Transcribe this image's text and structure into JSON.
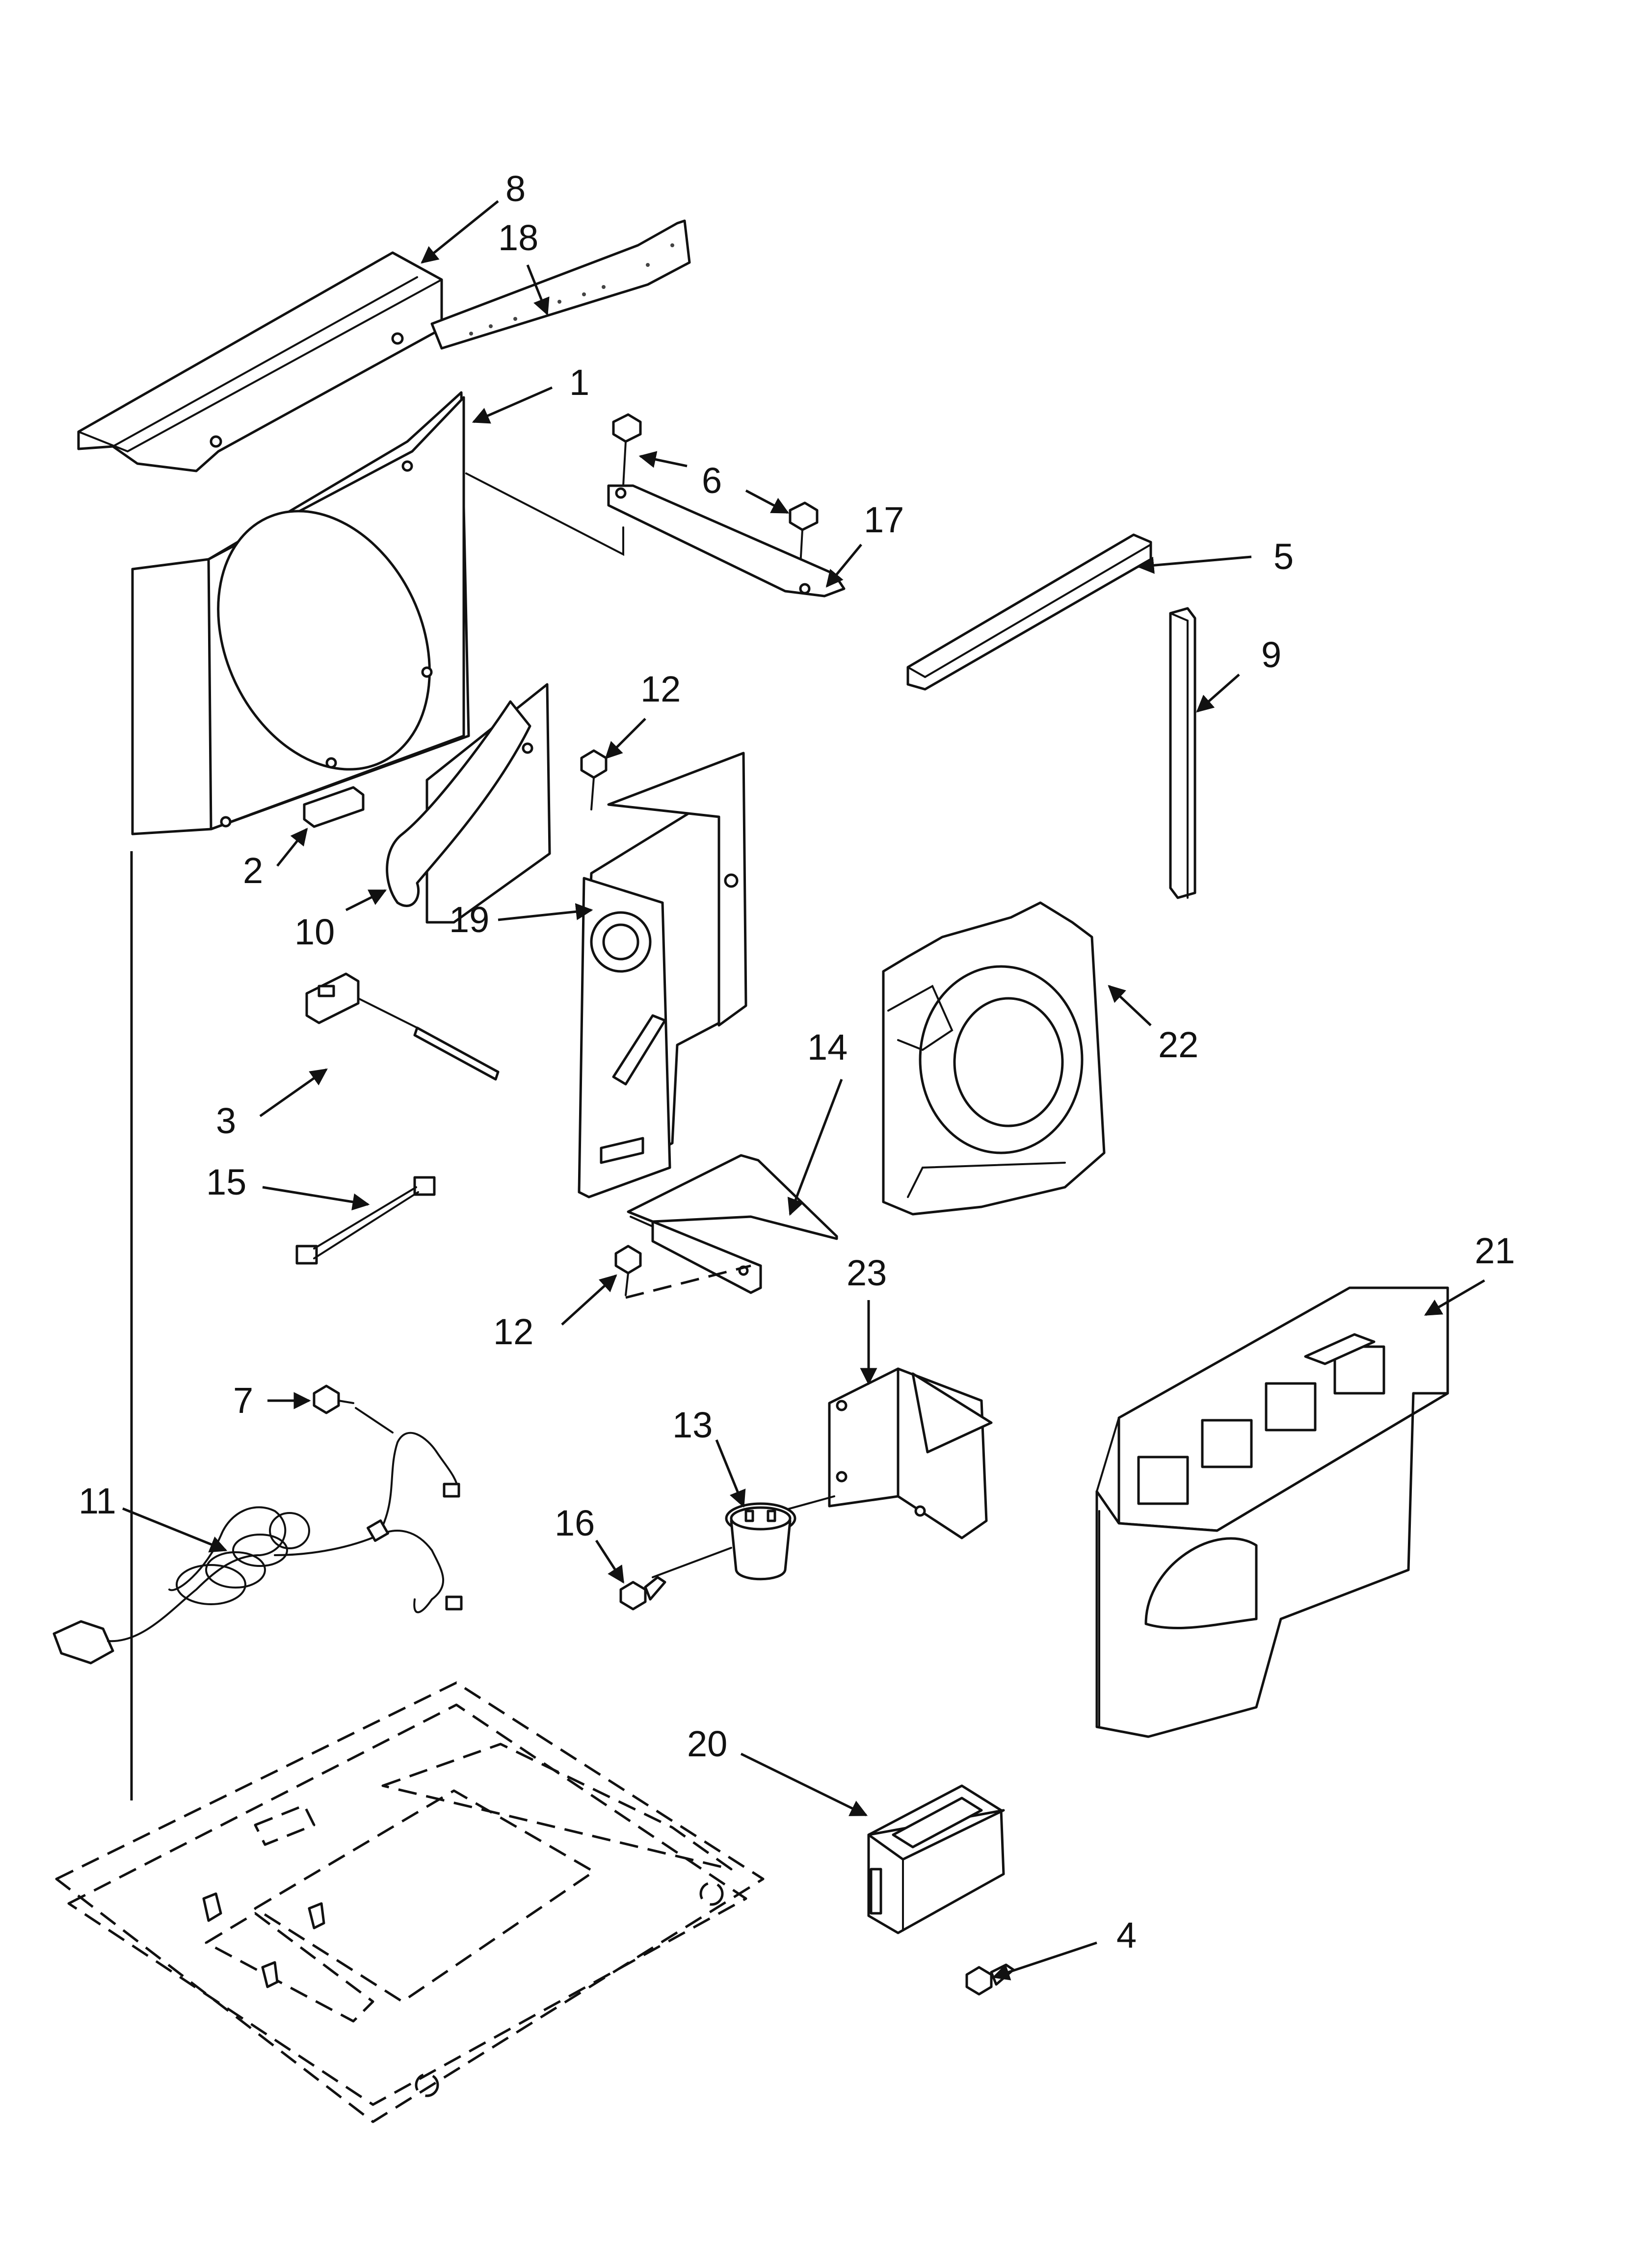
{
  "diagram": {
    "callouts": [
      {
        "id": "8",
        "label": "8"
      },
      {
        "id": "18",
        "label": "18"
      },
      {
        "id": "1",
        "label": "1"
      },
      {
        "id": "6",
        "label": "6"
      },
      {
        "id": "17",
        "label": "17"
      },
      {
        "id": "5",
        "label": "5"
      },
      {
        "id": "9",
        "label": "9"
      },
      {
        "id": "12a",
        "label": "12"
      },
      {
        "id": "2",
        "label": "2"
      },
      {
        "id": "10",
        "label": "10"
      },
      {
        "id": "19",
        "label": "19"
      },
      {
        "id": "22",
        "label": "22"
      },
      {
        "id": "3",
        "label": "3"
      },
      {
        "id": "14",
        "label": "14"
      },
      {
        "id": "15",
        "label": "15"
      },
      {
        "id": "21",
        "label": "21"
      },
      {
        "id": "12b",
        "label": "12"
      },
      {
        "id": "23",
        "label": "23"
      },
      {
        "id": "7",
        "label": "7"
      },
      {
        "id": "13",
        "label": "13"
      },
      {
        "id": "11",
        "label": "11"
      },
      {
        "id": "16",
        "label": "16"
      },
      {
        "id": "20",
        "label": "20"
      },
      {
        "id": "4",
        "label": "4"
      }
    ]
  }
}
